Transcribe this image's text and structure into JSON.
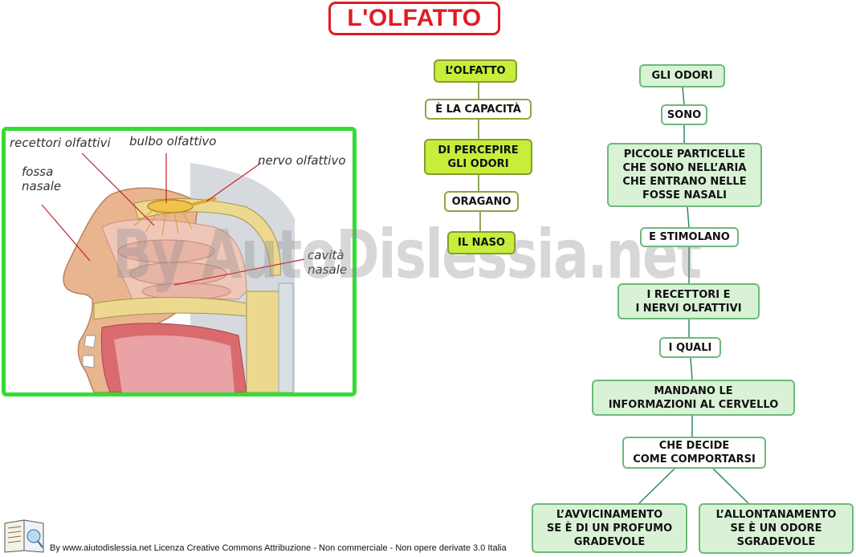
{
  "title": "L'OLFATTO",
  "figure": {
    "labels": {
      "recettori": "recettori olfattivi",
      "bulbo": "bulbo olfattivo",
      "nervo": "nervo olfattivo",
      "fossa": "fossa\nnasale",
      "cavita": "cavità\nnasale"
    }
  },
  "left_map": {
    "nodes": [
      "L’OLFATTO",
      "È LA CAPACITÀ",
      "DI PERCEPIRE\nGLI ODORI",
      "ORAGANO",
      "IL NASO"
    ]
  },
  "right_map": {
    "nodes": [
      "GLI ODORI",
      "SONO",
      "PICCOLE PARTICELLE\nCHE SONO NELL’ARIA\nCHE  ENTRANO NELLE\nFOSSE NASALI",
      "E STIMOLANO",
      "I RECETTORI E\nI  NERVI OLFATTIVI",
      "I QUALI",
      "MANDANO LE\nINFORMAZIONI AL CERVELLO",
      "CHE DECIDE\nCOME COMPORTARSI",
      "L’AVVICINAMENTO\nSE È DI UN PROFUMO\nGRADEVOLE",
      "L’ALLONTANAMENTO\nSE È UN ODORE\nSGRADEVOLE"
    ]
  },
  "watermark": "By AutoDislessia.net",
  "footer": "By www.aiutodislessia.net Licenza Creative Commons Attribuzione - Non commerciale - Non opere derivate 3.0 Italia",
  "colors": {
    "title_red": "#e01b24",
    "frame_green": "#33dd33",
    "node_yellow_green": "#c6ee3a",
    "node_light_green": "#d9f2d6"
  }
}
